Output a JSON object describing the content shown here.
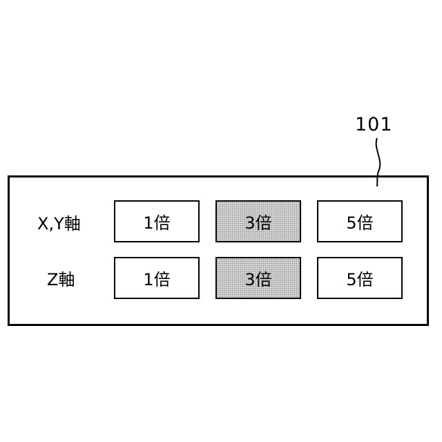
{
  "reference_numeral": "101",
  "panel": {
    "rows": [
      {
        "axis_label": "X,Y軸",
        "buttons": [
          {
            "label": "1倍",
            "selected": false
          },
          {
            "label": "3倍",
            "selected": true
          },
          {
            "label": "5倍",
            "selected": false
          }
        ]
      },
      {
        "axis_label": "Z軸",
        "buttons": [
          {
            "label": "1倍",
            "selected": false
          },
          {
            "label": "3倍",
            "selected": true
          },
          {
            "label": "5倍",
            "selected": false
          }
        ]
      }
    ]
  },
  "colors": {
    "selected_fill": "#d6d6d6",
    "border": "#000000"
  }
}
